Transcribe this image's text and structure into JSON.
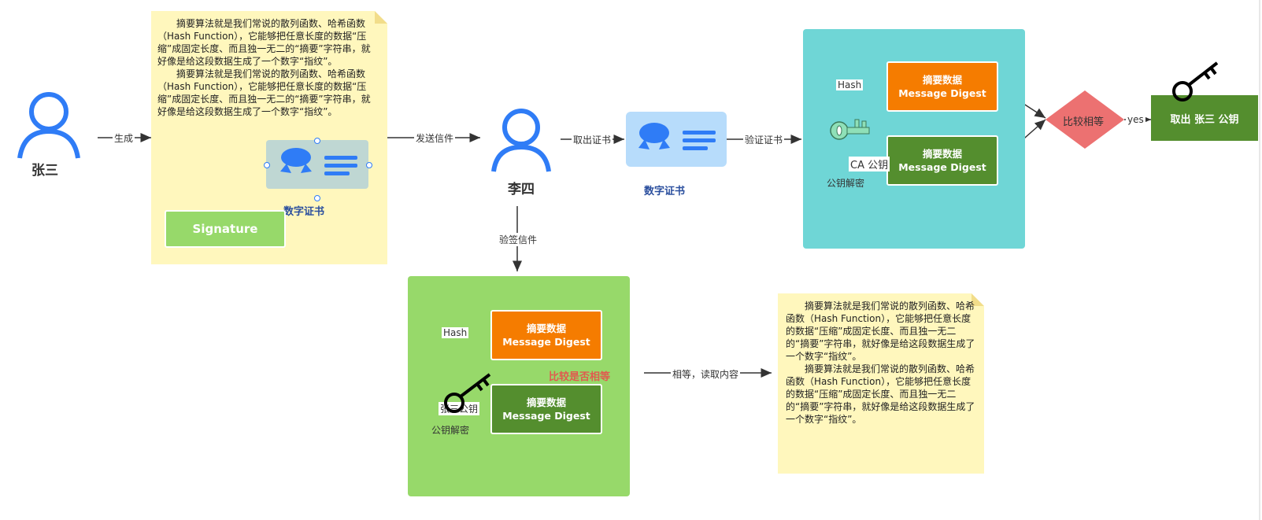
{
  "people": {
    "zhangsan": "张三",
    "lisi": "李四"
  },
  "notes": {
    "top_text": "摘要算法就是我们常说的散列函数、哈希函数（Hash Function），它能够把任意长度的数据“压缩”成固定长度、而且独一无二的“摘要”字符串，就好像是给这段数据生成了一个数字“指纹”。\n　　摘要算法就是我们常说的散列函数、哈希函数（Hash Function），它能够把任意长度的数据“压缩”成固定长度、而且独一无二的“摘要”字符串，就好像是给这段数据生成了一个数字“指纹”。",
    "bottom_text": "摘要算法就是我们常说的散列函数、哈希函数（Hash Function），它能够把任意长度的数据“压缩”成固定长度、而且独一无二的“摘要”字符串，就好像是给这段数据生成了一个数字“指纹”。\n　　摘要算法就是我们常说的散列函数、哈希函数（Hash Function），它能够把任意长度的数据“压缩”成固定长度、而且独一无二的“摘要”字符串，就好像是给这段数据生成了一个数字“指纹”。"
  },
  "signature_label": "Signature",
  "certificate_label": "数字证书",
  "edges": {
    "generate": "生成",
    "send_letter": "发送信件",
    "take_cert": "取出证书",
    "verify_cert": "验证证书",
    "verify_letter": "验签信件",
    "equal_read": "相等，读取内容",
    "yes": "yes"
  },
  "verify_panel": {
    "hash": "Hash",
    "digest_title": "摘要数据",
    "digest_sub": "Message Digest",
    "ca_key": "CA 公钥",
    "pubkey_decrypt": "公钥解密",
    "compare": "比较相等",
    "take_key": "取出 张三 公钥"
  },
  "letter_panel": {
    "hash": "Hash",
    "digest_title": "摘要数据",
    "digest_sub": "Message Digest",
    "zs_key": "张三公钥",
    "pubkey_decrypt": "公钥解密",
    "compare_q": "比较是否相等"
  },
  "colors": {
    "person_blue": "#2f7cf6",
    "note_yellow": "#fff7bd",
    "teal_panel": "#6fd6d6",
    "green_panel": "#97d96a",
    "orange": "#f57c00",
    "dark_green": "#548e2e",
    "diamond_red": "#ec7171",
    "cert_blue": "#b7dcfb",
    "signature_green": "#97d96a",
    "compare_red": "#e05a4f"
  }
}
